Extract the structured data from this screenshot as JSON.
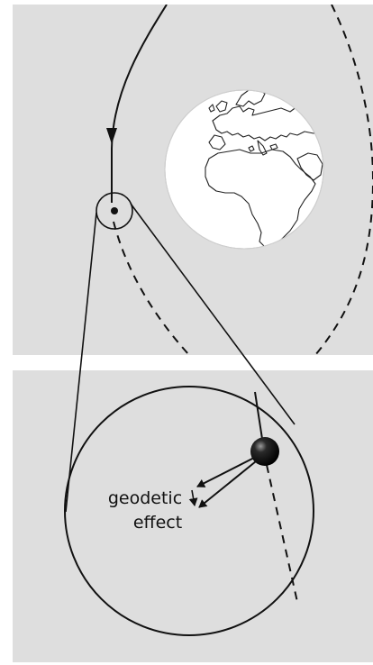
{
  "annotation": {
    "line1": "geodetic",
    "line2": "effect"
  },
  "colors": {
    "panel_background": "#dedede",
    "page_background": "#ffffff",
    "earth_fill": "#ffffff",
    "stroke": "#111111"
  },
  "icons": {
    "planet": "earth-globe",
    "satellite": "gyroscope-sphere"
  }
}
